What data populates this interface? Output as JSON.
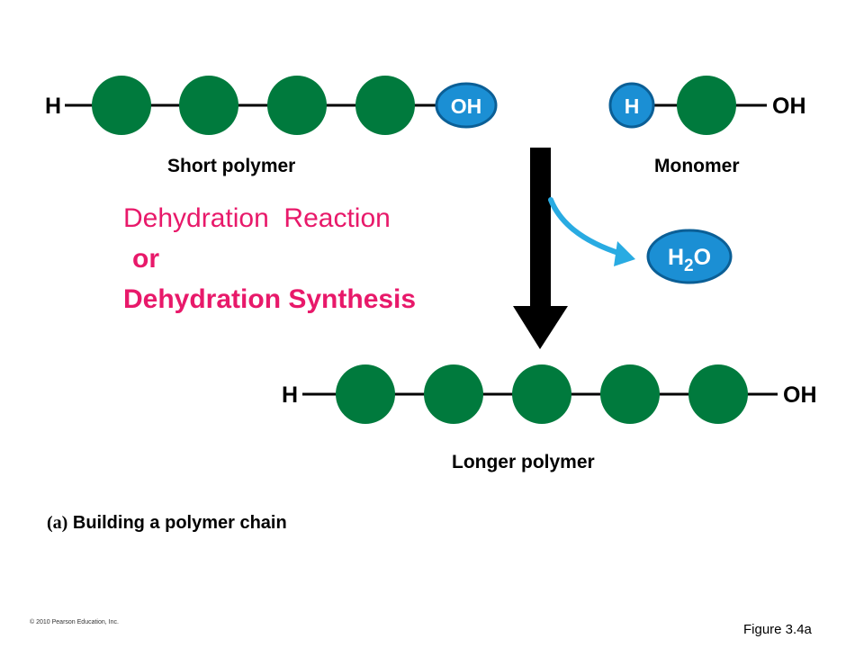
{
  "colors": {
    "monomer_fill": "#007a3d",
    "ion_fill": "#1b8fd4",
    "ion_stroke": "#0b5f96",
    "arrow": "#000000",
    "water_arrow": "#29abe2",
    "title": "#e8196a"
  },
  "short_polymer": {
    "left_end": "H",
    "right_end": "OH",
    "monomers": 4,
    "label": "Short polymer"
  },
  "monomer": {
    "left_end": "H",
    "right_end": "OH",
    "monomers": 1,
    "label": "Monomer"
  },
  "water": {
    "h": "H",
    "sub": "2",
    "o": "O"
  },
  "longer_polymer": {
    "left_end": "H",
    "right_end": "OH",
    "monomers": 5,
    "label": "Longer polymer"
  },
  "reaction": {
    "line1": "Dehydration  Reaction",
    "line2": "or",
    "line3": "Dehydration Synthesis"
  },
  "caption": {
    "part": "(a)",
    "text": "Building a polymer chain"
  },
  "copyright": "© 2010 Pearson Education, Inc.",
  "figure_number": "Figure 3.4a"
}
